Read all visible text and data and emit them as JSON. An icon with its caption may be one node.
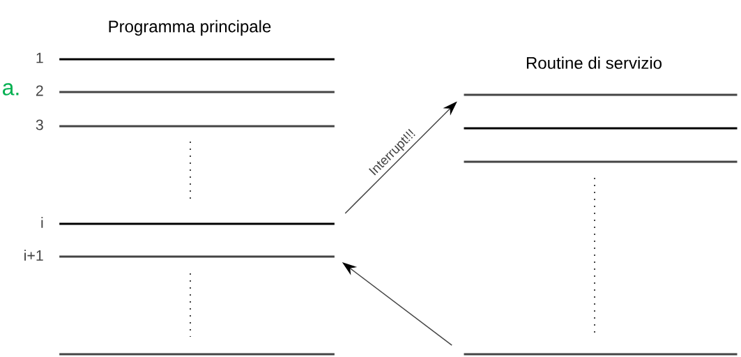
{
  "diagram": {
    "nodes": [
      {
        "text": [],
        "shape": "bar",
        "beside": [
          "1"
        ]
      },
      {
        "text": [],
        "shape": "bar",
        "beside": [
          "2"
        ]
      },
      {
        "text": [],
        "shape": "bar",
        "beside": [
          "3"
        ]
      },
      {
        "text": [],
        "shape": "bar",
        "beside": [
          "i"
        ]
      },
      {
        "text": [],
        "shape": "bar",
        "beside": [
          "i+1"
        ]
      },
      {
        "text": [],
        "shape": "bar"
      },
      {
        "text": [],
        "shape": "bar"
      },
      {
        "text": [],
        "shape": "bar"
      },
      {
        "text": [],
        "shape": "bar"
      },
      {
        "text": [],
        "shape": "bar"
      }
    ],
    "edges": [
      {
        "from": 3,
        "to": 6,
        "arrow": "to",
        "label": "Interrupt!!!"
      },
      {
        "from": 9,
        "to": 4,
        "arrow": "to"
      }
    ],
    "labels": [
      "Programma principale",
      "Routine di servizio",
      "a."
    ]
  }
}
